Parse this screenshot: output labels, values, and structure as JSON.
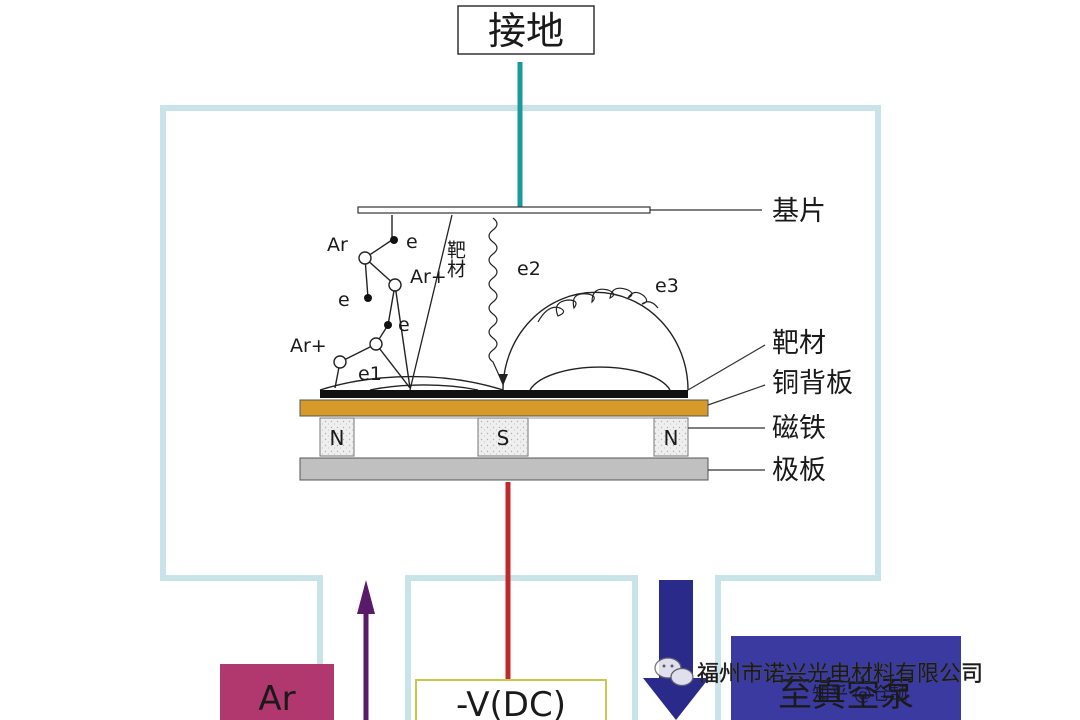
{
  "ground": {
    "label": "接地"
  },
  "labels": {
    "substrate": "基片",
    "target": "靶材",
    "copper_backing": "铜背板",
    "magnet": "磁铁",
    "plate": "极板",
    "target_vertical": "靶材"
  },
  "magnets": {
    "left": "N",
    "center": "S",
    "right": "N"
  },
  "particles": {
    "ar_top": "Ar",
    "e_top": "e",
    "ar_plus_mid": "Ar+",
    "e_mid": "e",
    "ar_plus_left": "Ar+",
    "e_left": "e",
    "e1": "e1",
    "e2": "e2",
    "e3": "e3"
  },
  "bottom": {
    "ar_box": "Ar",
    "voltage": "-V(DC)",
    "vacuum_box": "至真空泵"
  },
  "watermark": {
    "company": "福州市诺兴光电材料有限公司",
    "zhihu": "知乎 @仓颉"
  },
  "colors": {
    "chamber": "#c8e4e8",
    "ground_wire": "#1a9a9a",
    "power_wire": "#c0282a",
    "backing": "#d49a2a",
    "plate": "#c0c0c0",
    "ar_box": "#b0386e",
    "ar_arrow": "#5a1a6a",
    "vacuum_arrow": "#2a2a8a",
    "vacuum_box": "#3a3aa0"
  }
}
